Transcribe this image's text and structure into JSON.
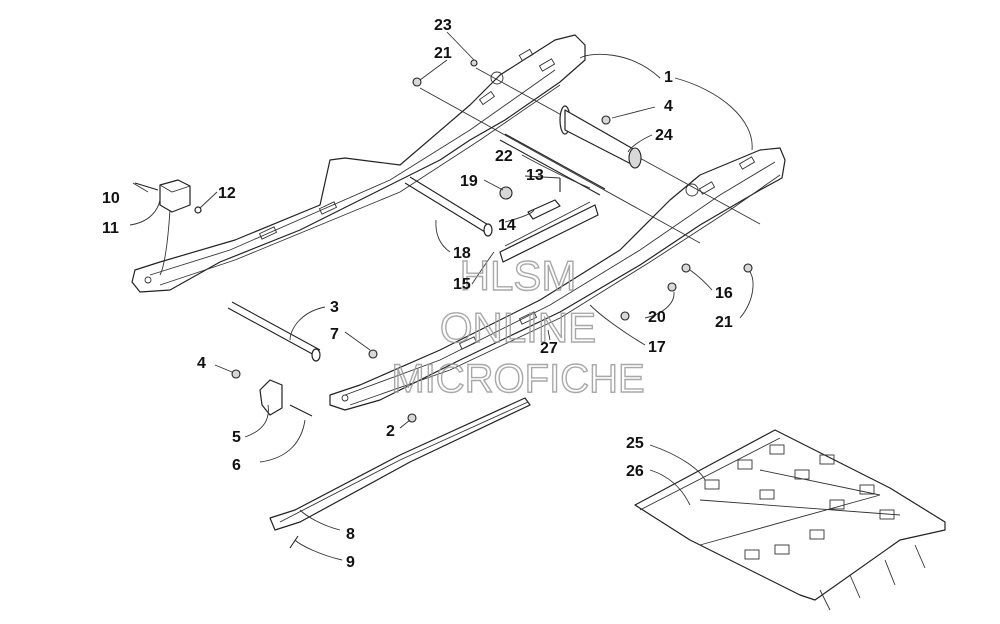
{
  "watermark": {
    "line1": "HLSM",
    "line2": "ONLINE",
    "line3": "MICROFICHE"
  },
  "callouts": [
    {
      "key": "c23",
      "label": "23"
    },
    {
      "key": "c21a",
      "label": "21"
    },
    {
      "key": "c1",
      "label": "1"
    },
    {
      "key": "c4a",
      "label": "4"
    },
    {
      "key": "c24",
      "label": "24"
    },
    {
      "key": "c22",
      "label": "22"
    },
    {
      "key": "c13",
      "label": "13"
    },
    {
      "key": "c19",
      "label": "19"
    },
    {
      "key": "c14",
      "label": "14"
    },
    {
      "key": "c10",
      "label": "10"
    },
    {
      "key": "c12",
      "label": "12"
    },
    {
      "key": "c11",
      "label": "11"
    },
    {
      "key": "c18",
      "label": "18"
    },
    {
      "key": "c15",
      "label": "15"
    },
    {
      "key": "c16",
      "label": "16"
    },
    {
      "key": "c21b",
      "label": "21"
    },
    {
      "key": "c20",
      "label": "20"
    },
    {
      "key": "c3",
      "label": "3"
    },
    {
      "key": "c7",
      "label": "7"
    },
    {
      "key": "c27",
      "label": "27"
    },
    {
      "key": "c17",
      "label": "17"
    },
    {
      "key": "c4b",
      "label": "4"
    },
    {
      "key": "c5",
      "label": "5"
    },
    {
      "key": "c2",
      "label": "2"
    },
    {
      "key": "c6",
      "label": "6"
    },
    {
      "key": "c8",
      "label": "8"
    },
    {
      "key": "c9",
      "label": "9"
    },
    {
      "key": "c25",
      "label": "25"
    },
    {
      "key": "c26",
      "label": "26"
    }
  ]
}
